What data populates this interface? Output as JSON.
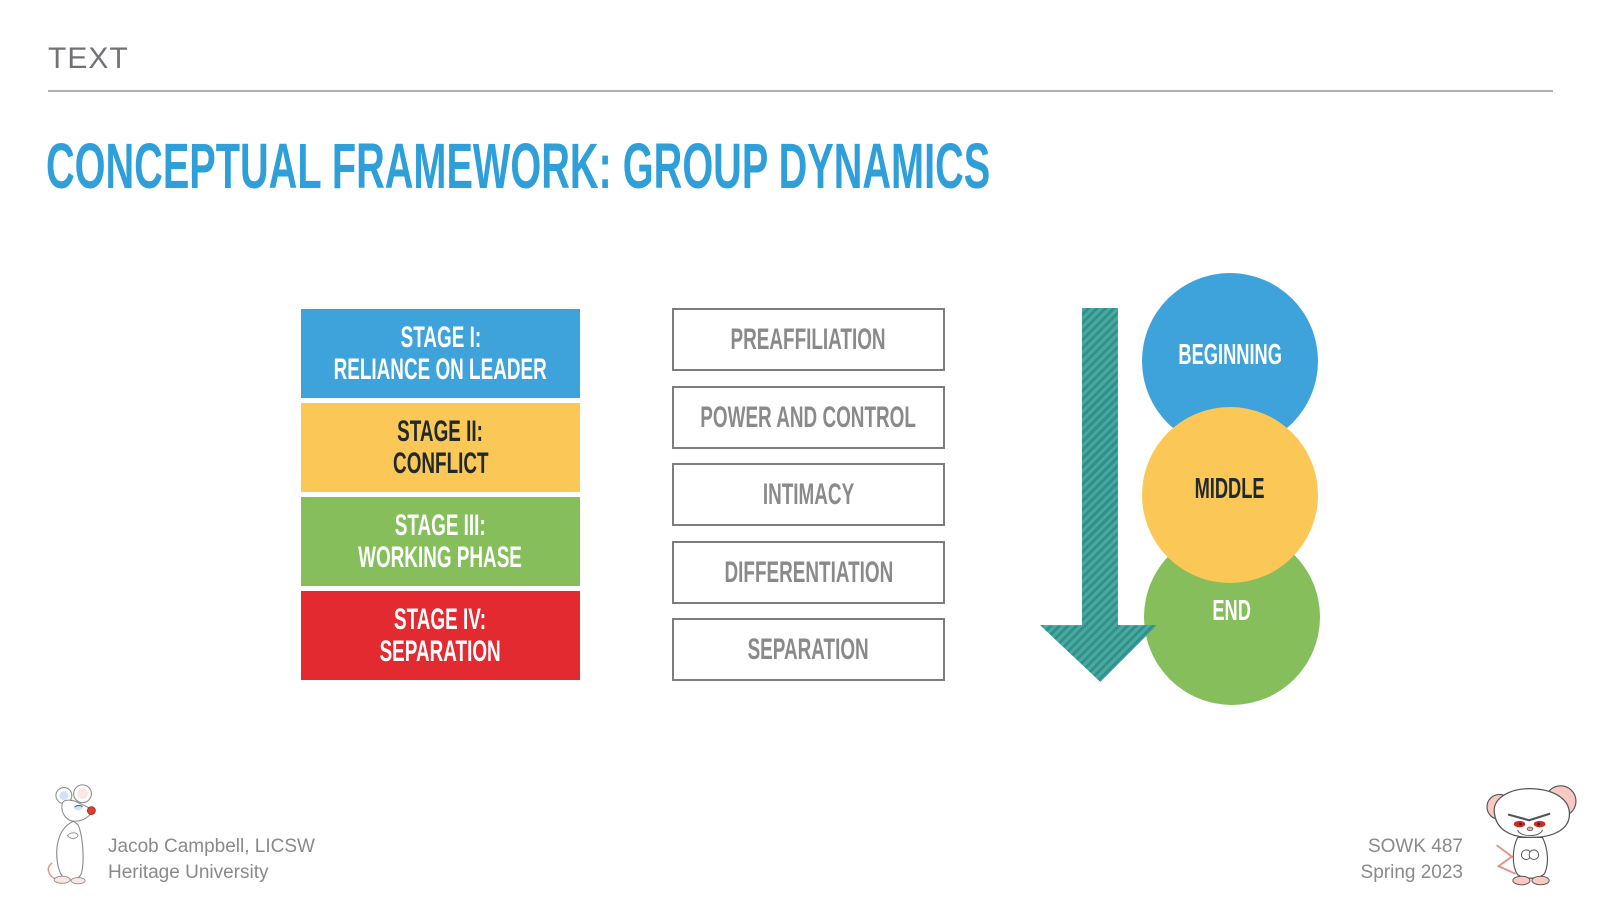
{
  "slide": {
    "kicker": "TEXT",
    "title": "CONCEPTUAL FRAMEWORK: GROUP DYNAMICS"
  },
  "stages": [
    {
      "line1": "STAGE I:",
      "line2": "RELIANCE ON LEADER",
      "color": "#3fa3db",
      "text_color": "#ffffff"
    },
    {
      "line1": "STAGE II:",
      "line2": "CONFLICT",
      "color": "#fbc857",
      "text_color": "#20292e"
    },
    {
      "line1": "STAGE III:",
      "line2": "WORKING PHASE",
      "color": "#85be5b",
      "text_color": "#ffffff"
    },
    {
      "line1": "STAGE IV:",
      "line2": "SEPARATION",
      "color": "#e32a31",
      "text_color": "#ffffff"
    }
  ],
  "phases": [
    "PREAFFILIATION",
    "POWER AND CONTROL",
    "INTIMACY",
    "DIFFERENTIATION",
    "SEPARATION"
  ],
  "timeline": {
    "arrow_color": "#2f918c",
    "arrow_stripe_color": "#4aa89f",
    "circles": [
      {
        "label": "BEGINNING",
        "color": "#3fa3db",
        "text_color": "#ffffff"
      },
      {
        "label": "MIDDLE",
        "color": "#fbc857",
        "text_color": "#20292e"
      },
      {
        "label": "END",
        "color": "#85be5b",
        "text_color": "#ffffff"
      }
    ]
  },
  "footer": {
    "author_line1": "Jacob Campbell, LICSW",
    "author_line2": "Heritage University",
    "course_line1": "SOWK 487",
    "course_line2": "Spring 2023"
  },
  "colors": {
    "title_blue": "#2e9fd9",
    "kicker_gray": "#717275",
    "divider_gray": "#b0b0b0",
    "phase_text_gray": "#8a8a8a",
    "phase_border_gray": "#7d7d7d"
  }
}
